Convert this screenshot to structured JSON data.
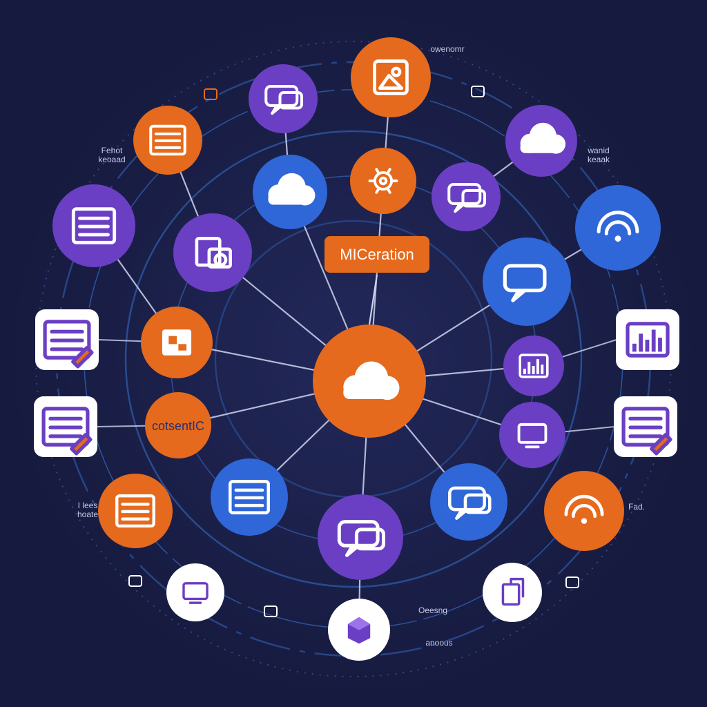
{
  "colors": {
    "background": "#161a3e",
    "orange": "#e56a1d",
    "purple": "#6a3fc4",
    "blue": "#2f66d8",
    "white": "#ffffff",
    "line": "#cfd4ee",
    "ring": "#3a78d8"
  },
  "hub": {
    "icon": "cloud-icon",
    "color": "orange"
  },
  "center_label": {
    "text": "MICeration"
  },
  "nodes": [
    {
      "id": "n1",
      "icon": "document-icon",
      "color": "orange",
      "label": ""
    },
    {
      "id": "n2",
      "icon": "chat-bubble-icon",
      "color": "purple",
      "label": ""
    },
    {
      "id": "n3",
      "icon": "image-icon",
      "color": "orange",
      "label": ""
    },
    {
      "id": "n4",
      "icon": "cloud-icon",
      "color": "purple",
      "label": ""
    },
    {
      "id": "n5",
      "icon": "cloud-icon",
      "color": "blue",
      "label": ""
    },
    {
      "id": "n6",
      "icon": "gear-icon",
      "color": "orange",
      "label": ""
    },
    {
      "id": "n7",
      "icon": "message-icon",
      "color": "purple",
      "label": ""
    },
    {
      "id": "n8",
      "icon": "document-icon",
      "color": "purple",
      "label": ""
    },
    {
      "id": "n9",
      "icon": "support-icon",
      "color": "blue",
      "label": ""
    },
    {
      "id": "n10",
      "icon": "share-icon",
      "color": "purple",
      "label": ""
    },
    {
      "id": "n11",
      "icon": "chat-icon",
      "color": "blue",
      "label": ""
    },
    {
      "id": "n12",
      "icon": "puzzle-icon",
      "color": "orange",
      "label": ""
    },
    {
      "id": "n13",
      "icon": "text-badge",
      "color": "orange",
      "label": "cotsentIC"
    },
    {
      "id": "n14",
      "icon": "chart-icon",
      "color": "purple",
      "label": ""
    },
    {
      "id": "n15",
      "icon": "monitor-icon",
      "color": "purple",
      "label": ""
    },
    {
      "id": "n16",
      "icon": "document-icon",
      "color": "blue",
      "label": ""
    },
    {
      "id": "n17",
      "icon": "document-icon",
      "color": "orange",
      "label": ""
    },
    {
      "id": "n18",
      "icon": "chat-bubble-icon",
      "color": "purple",
      "label": ""
    },
    {
      "id": "n19",
      "icon": "chat-bubble-icon",
      "color": "blue",
      "label": ""
    },
    {
      "id": "n20",
      "icon": "wifi-icon",
      "color": "orange",
      "label": ""
    },
    {
      "id": "n21",
      "icon": "tv-icon",
      "color": "white",
      "label": ""
    },
    {
      "id": "n22",
      "icon": "cube-icon",
      "color": "white",
      "label": ""
    },
    {
      "id": "n23",
      "icon": "door-icon",
      "color": "white",
      "label": ""
    }
  ],
  "cards": [
    {
      "id": "c1",
      "icon": "edit-document-icon",
      "side": "left"
    },
    {
      "id": "c2",
      "icon": "form-icon",
      "side": "left"
    },
    {
      "id": "c3",
      "icon": "bar-chart-icon",
      "side": "right"
    },
    {
      "id": "c4",
      "icon": "form-icon",
      "side": "right"
    }
  ],
  "outer_labels": [
    {
      "id": "t1",
      "text": "owenomr"
    },
    {
      "id": "t2",
      "text": "Fehot\nkeoaad"
    },
    {
      "id": "t3",
      "text": "wanid\nkeaak"
    },
    {
      "id": "t4",
      "text": "I lees\nhoate"
    },
    {
      "id": "t5",
      "text": "Fad."
    },
    {
      "id": "t6",
      "text": "Oeesng"
    },
    {
      "id": "t7",
      "text": "anoous"
    }
  ]
}
